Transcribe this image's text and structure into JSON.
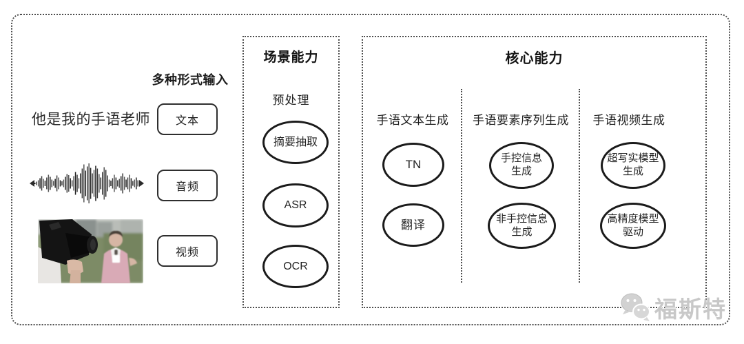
{
  "input_section": {
    "label": "多种形式输入",
    "sample_text": "他是我的手语老师",
    "items": [
      {
        "label": "文本"
      },
      {
        "label": "音频"
      },
      {
        "label": "视频"
      }
    ]
  },
  "scene_box": {
    "title": "场景能力",
    "subtitle": "预处理",
    "nodes": [
      "摘要抽取",
      "ASR",
      "OCR"
    ]
  },
  "core_box": {
    "title": "核心能力",
    "columns": [
      {
        "label": "手语文本生成",
        "nodes": [
          "TN",
          "翻译"
        ]
      },
      {
        "label": "手语要素序列生成",
        "nodes": [
          "手控信息\n生成",
          "非手控信息\n生成"
        ]
      },
      {
        "label": "手语视频生成",
        "nodes": [
          "超写实模型\n生成",
          "高精度模型\n驱动"
        ]
      }
    ]
  },
  "watermark": {
    "text": "福斯特",
    "icon": "wechat-icon"
  },
  "colors": {
    "line": "#2e2e2e",
    "dotted_border": "#4d4d4d",
    "text": "#222222",
    "watermark": "#c8c8c8"
  }
}
